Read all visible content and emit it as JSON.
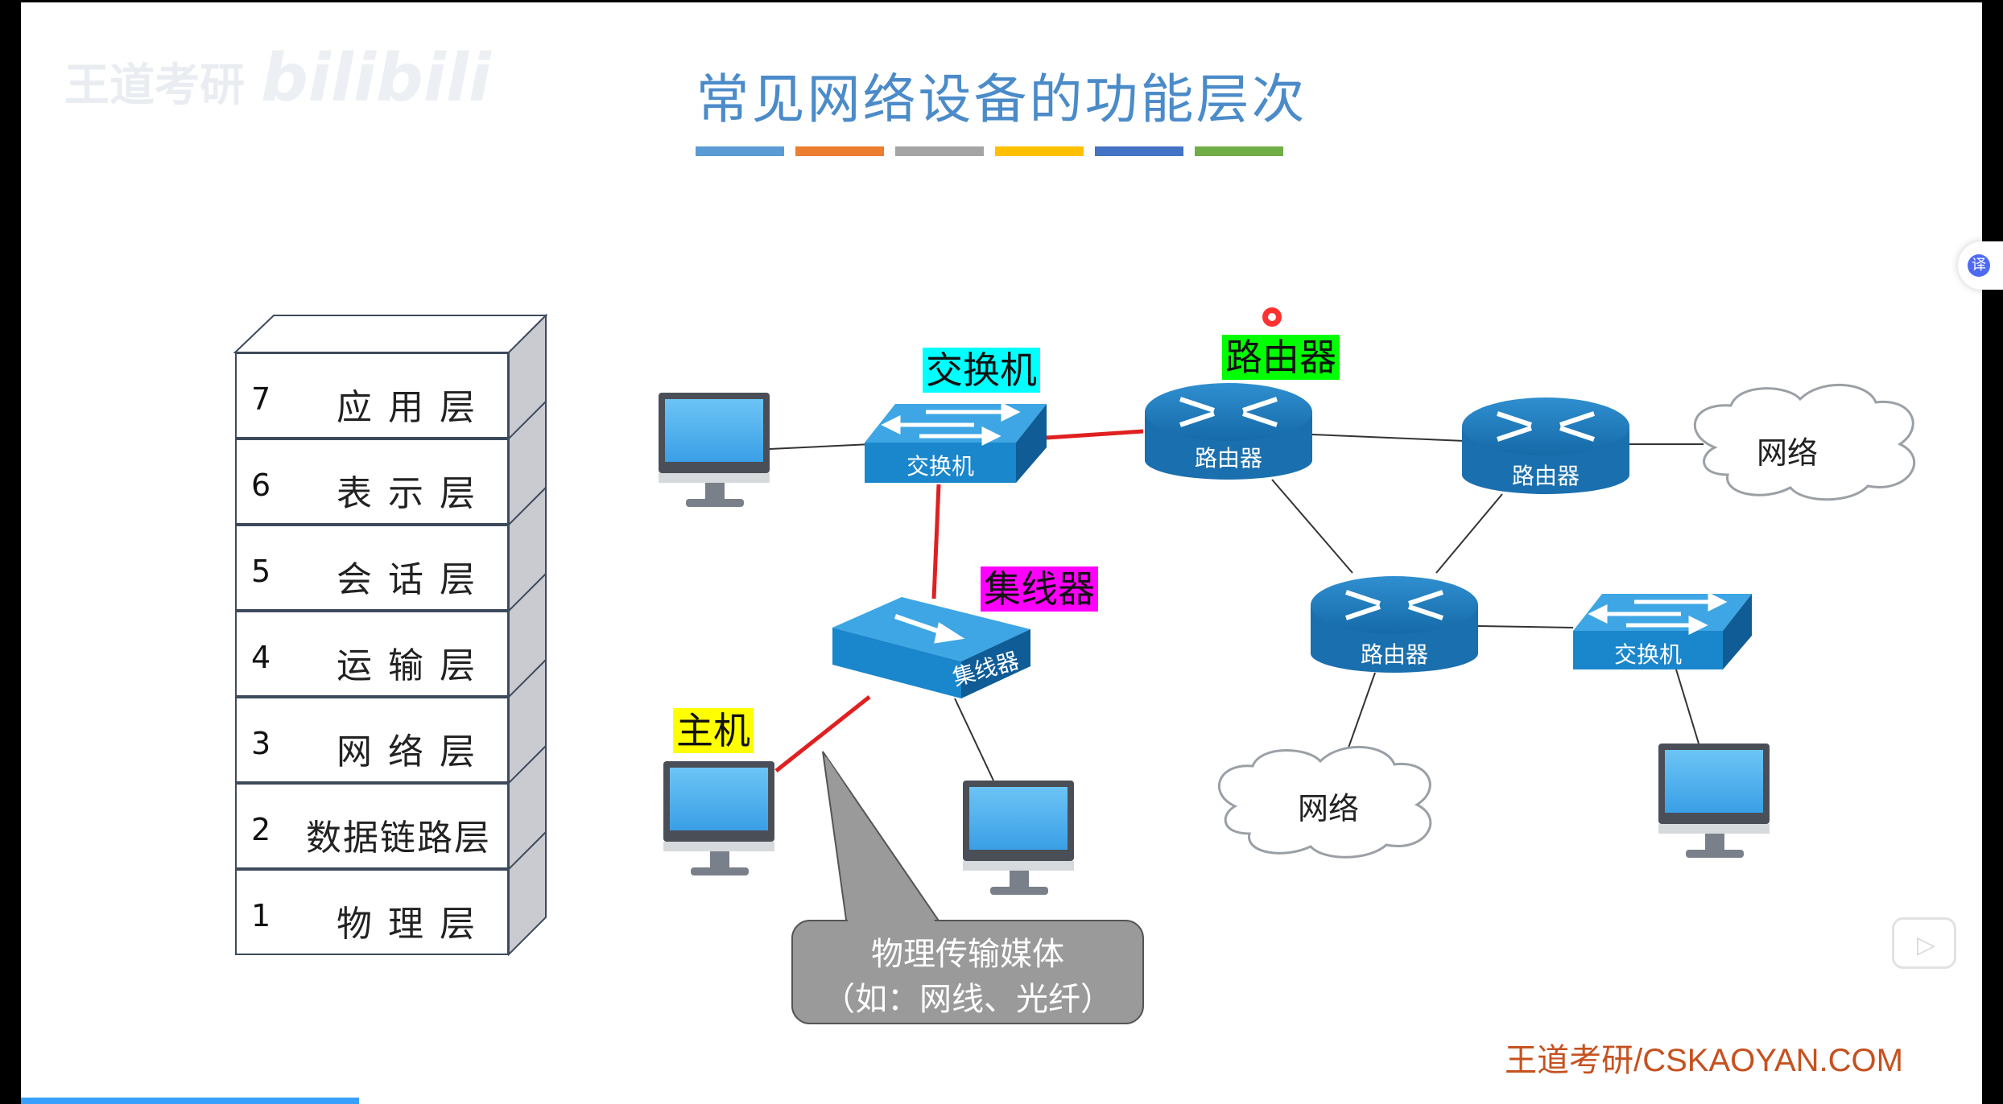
{
  "title": "常见网络设备的功能层次",
  "title_bar_colors": [
    "#5b9bd5",
    "#ed7d31",
    "#a5a5a5",
    "#ffc000",
    "#4472c4",
    "#70ad47"
  ],
  "watermark": {
    "text": "王道考研",
    "logo": "bilibili"
  },
  "osi_layers": [
    {
      "num": "7",
      "name": "应用层"
    },
    {
      "num": "6",
      "name": "表示层"
    },
    {
      "num": "5",
      "name": "会话层"
    },
    {
      "num": "4",
      "name": "运输层"
    },
    {
      "num": "3",
      "name": "网络层"
    },
    {
      "num": "2",
      "name": "数据链路层"
    },
    {
      "num": "1",
      "name": "物理层"
    }
  ],
  "labels": {
    "switch": {
      "text": "交换机",
      "color": "#00ffff"
    },
    "router": {
      "text": "路由器",
      "color": "#00ff00"
    },
    "hub": {
      "text": "集线器",
      "color": "#ff00ff"
    },
    "host": {
      "text": "主机",
      "color": "#ffff00"
    }
  },
  "devices": {
    "switch1": "交换机",
    "router1": "路由器",
    "router2": "路由器",
    "router3": "路由器",
    "hub": "集线器",
    "switch2": "交换机"
  },
  "clouds": {
    "cloud1": "网络",
    "cloud2": "网络"
  },
  "callout": {
    "line1": "物理传输媒体",
    "line2": "（如：网线、光纤）"
  },
  "brand": "王道考研/CSKAOYAN.COM",
  "ui": {
    "translate_icon": "译"
  },
  "colors": {
    "link_highlight": "#e02020",
    "device_blue": "#1a7fc1",
    "laser_pointer": "#ff0000"
  }
}
